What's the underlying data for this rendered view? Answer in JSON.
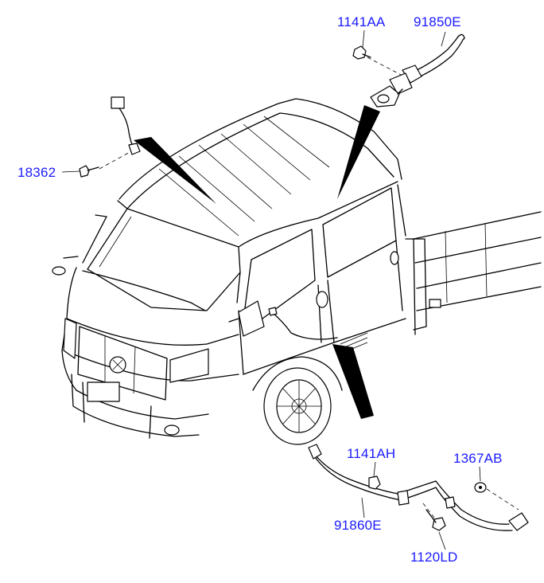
{
  "labels": {
    "p1141AA": "1141AA",
    "p91850E": "91850E",
    "p18362": "18362",
    "p1141AH": "1141AH",
    "p1367AB": "1367AB",
    "p91860E": "91860E",
    "p1120LD": "1120LD"
  },
  "colors": {
    "label": "#1a1aff",
    "line": "#000000",
    "background": "#ffffff"
  }
}
